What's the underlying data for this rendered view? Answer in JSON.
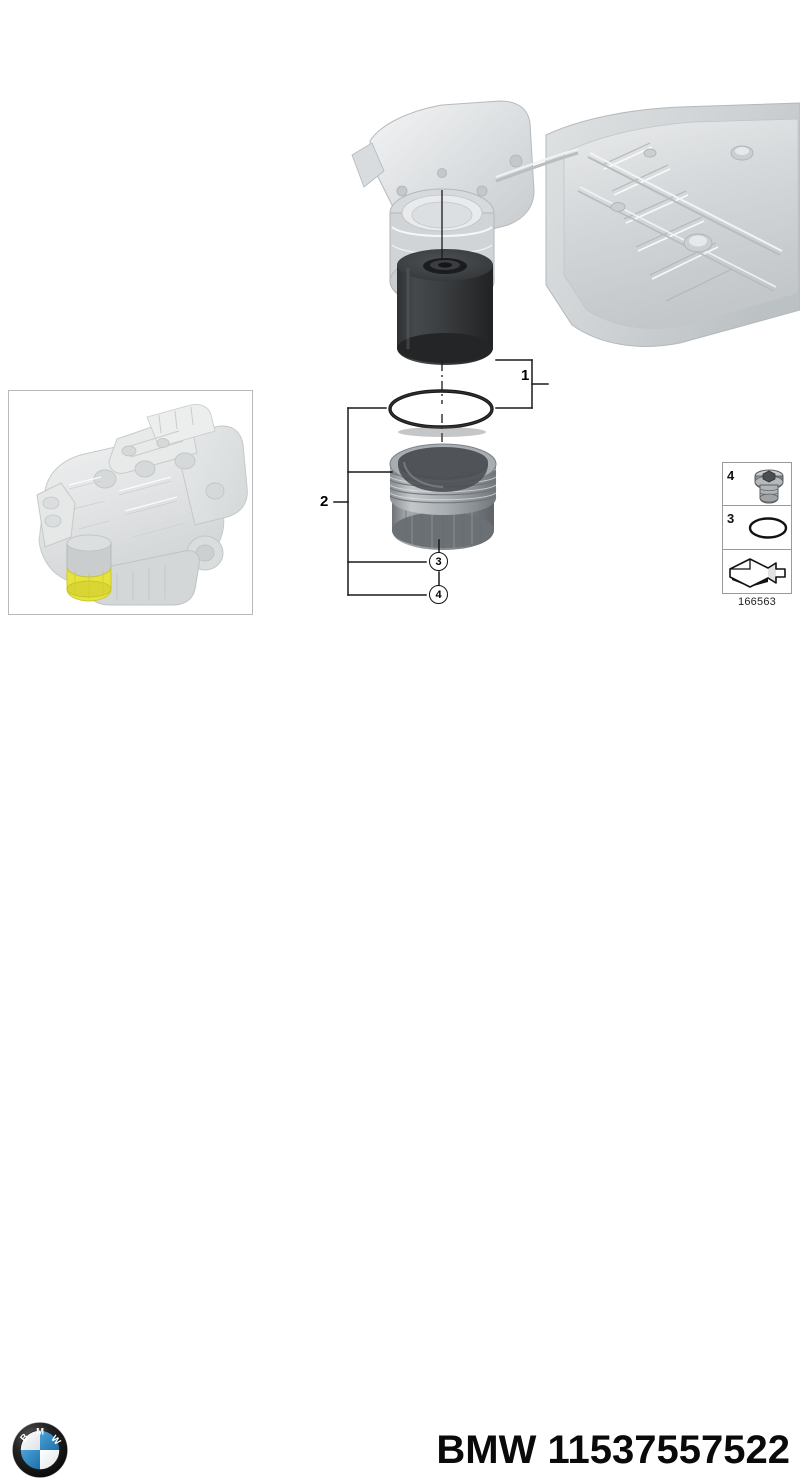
{
  "diagram": {
    "title": "BMW oil filter parts exploded diagram",
    "reference_code": "166563",
    "callouts": [
      {
        "id": "1",
        "label": "1",
        "style": "plain",
        "part": "oil-filter-element"
      },
      {
        "id": "2",
        "label": "2",
        "style": "plain",
        "part": "oil-filter-housing-cap"
      },
      {
        "id": "3",
        "label": "3",
        "style": "circled",
        "part": "o-ring-gasket"
      },
      {
        "id": "4",
        "label": "4",
        "style": "circled",
        "part": "drain-plug-screw"
      }
    ]
  },
  "legend": {
    "code": "166563",
    "rows": [
      {
        "number": "4",
        "item": "drain-plug-screw"
      },
      {
        "number": "3",
        "item": "o-ring-gasket"
      },
      {
        "number": "",
        "item": "arrow-symbol"
      }
    ]
  },
  "inset": {
    "name": "engine-overview-thumbnail",
    "highlight_color": "#e8e53a"
  },
  "branding": {
    "logo_alt": "BMW",
    "logo_text_top": "BMW",
    "part_number": "BMW 11537557522",
    "brand": "BMW",
    "number_only": "11537557522"
  },
  "colors": {
    "filter_element": "#3a3c3e",
    "housing_cap": "#9aa0a4",
    "oil_pan": "#d4d7d9",
    "line": "#1a1a1a",
    "bmw_blue": "#2a8ac8",
    "engine_gray": "#e2e4e5"
  }
}
